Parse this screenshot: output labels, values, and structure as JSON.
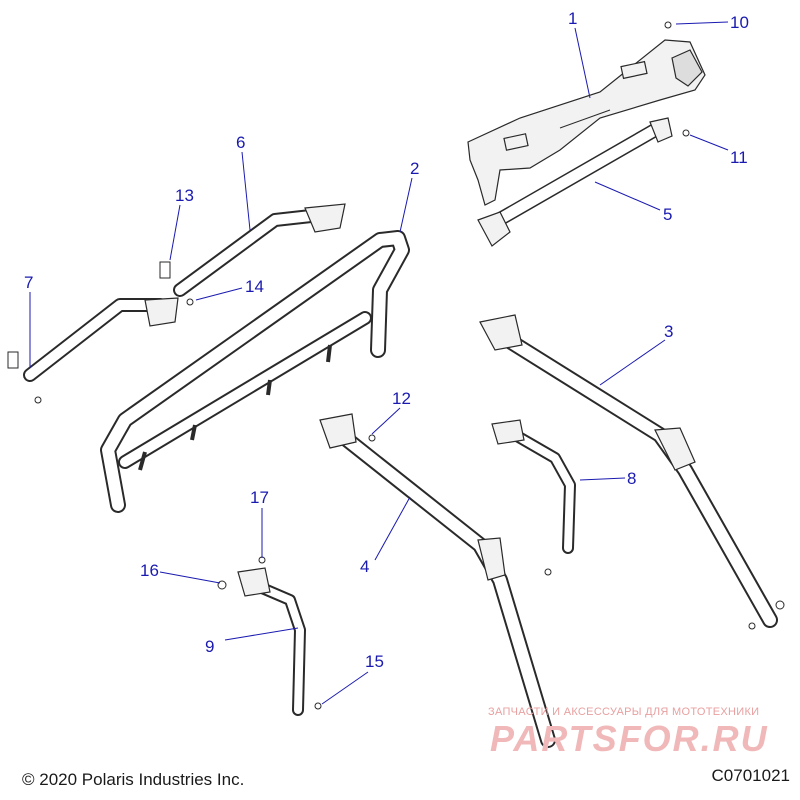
{
  "callouts": [
    {
      "id": "1",
      "label": "1"
    },
    {
      "id": "2",
      "label": "2"
    },
    {
      "id": "3",
      "label": "3"
    },
    {
      "id": "4",
      "label": "4"
    },
    {
      "id": "5",
      "label": "5"
    },
    {
      "id": "6",
      "label": "6"
    },
    {
      "id": "7",
      "label": "7"
    },
    {
      "id": "8",
      "label": "8"
    },
    {
      "id": "9",
      "label": "9"
    },
    {
      "id": "10",
      "label": "10"
    },
    {
      "id": "11",
      "label": "11"
    },
    {
      "id": "12",
      "label": "12"
    },
    {
      "id": "13",
      "label": "13"
    },
    {
      "id": "14",
      "label": "14"
    },
    {
      "id": "15",
      "label": "15"
    },
    {
      "id": "16",
      "label": "16"
    },
    {
      "id": "17",
      "label": "17"
    }
  ],
  "footer": {
    "copyright": "© 2020 Polaris Industries Inc.",
    "figure_id": "C0701021"
  },
  "watermark": {
    "tagline": "ЗАПЧАСТИ И АКСЕССУАРЫ ДЛЯ МОТОТЕХНИКИ",
    "logo_text": "PARTSFOR.RU"
  },
  "colors": {
    "callout": "#1a1ab0",
    "line_art": "#2a2a2a",
    "watermark": "#f0b8b8"
  }
}
